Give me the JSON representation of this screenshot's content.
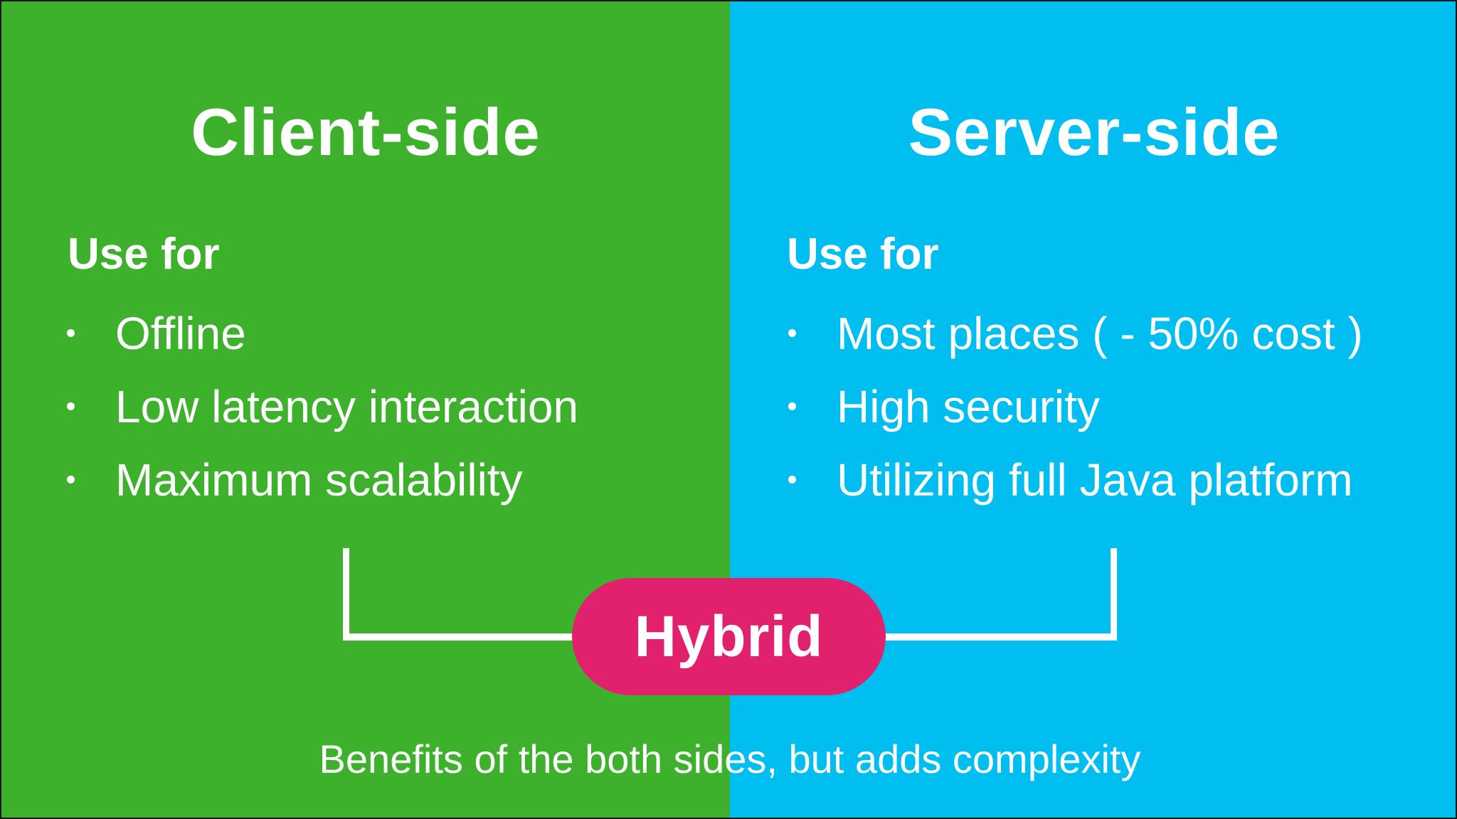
{
  "colors": {
    "client-bg": "#3EB12C",
    "server-bg": "#00BEF0",
    "hybrid-bg": "#E1216E",
    "text-color": "#FFFFFF",
    "connector-color": "#FFFFFF",
    "frame-border": "#161616"
  },
  "client_panel": {
    "title": "Client-side",
    "subheading": "Use for",
    "bullets": [
      "Offline",
      "Low latency interaction",
      "Maximum scalability"
    ]
  },
  "server_panel": {
    "title": "Server-side",
    "subheading": "Use for",
    "bullets": [
      "Most places ( - 50% cost )",
      "High security",
      "Utilizing full Java platform"
    ]
  },
  "hybrid": {
    "label": "Hybrid"
  },
  "caption": "Benefits of the both sides, but adds complexity"
}
